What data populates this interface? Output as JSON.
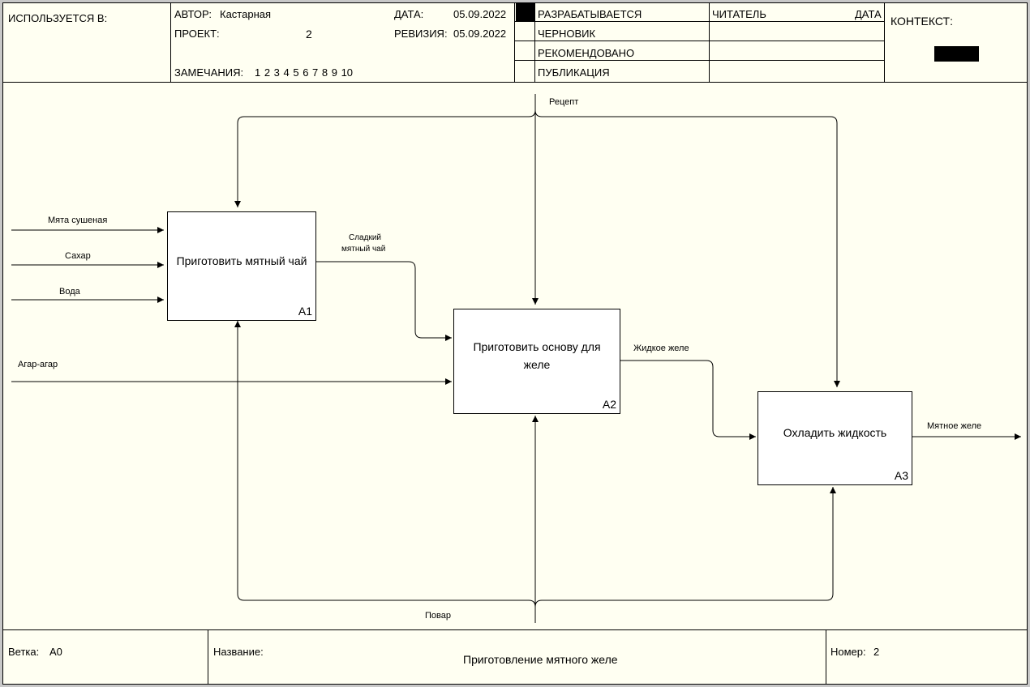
{
  "header": {
    "used_in_label": "ИСПОЛЬЗУЕТСЯ В:",
    "author_label": "АВТОР:",
    "author_value": "Кастарная",
    "project_label": "ПРОЕКТ:",
    "project_value": "2",
    "notes_label": "ЗАМЕЧАНИЯ:",
    "notes_numbers": "1  2  3  4  5  6  7  8  9  10",
    "date_label": "ДАТА:",
    "date_value": "05.09.2022",
    "revision_label": "РЕВИЗИЯ:",
    "revision_value": "05.09.2022",
    "status_items": [
      "РАЗРАБАТЫВАЕТСЯ",
      "ЧЕРНОВИК",
      "РЕКОМЕНДОВАНО",
      "ПУБЛИКАЦИЯ"
    ],
    "status_active_index": 0,
    "reader_label": "ЧИТАТЕЛЬ",
    "reader_date_label": "ДАТА",
    "context_label": "КОНТЕКСТ:"
  },
  "diagram": {
    "blocks": [
      {
        "id": "A1",
        "title": "Приготовить мятный чай",
        "number": "A1"
      },
      {
        "id": "A2",
        "title": "Приготовить основу для желе",
        "number": "A2"
      },
      {
        "id": "A3",
        "title": "Охладить жидкость",
        "number": "A3"
      }
    ],
    "arrows": {
      "recipe": "Рецепт",
      "mint": "Мята сушеная",
      "sugar": "Сахар",
      "water": "Вода",
      "agar": "Агар-агар",
      "sweet_tea_line1": "Сладкий",
      "sweet_tea_line2": "мятный чай",
      "liquid_jelly": "Жидкое желе",
      "mint_jelly": "Мятное желе",
      "cook": "Повар"
    }
  },
  "footer": {
    "branch_label": "Ветка:",
    "branch_value": "A0",
    "name_label": "Название:",
    "name_value": "Приготовление мятного желе",
    "number_label": "Номер:",
    "number_value": "2"
  },
  "colors": {
    "paper": "#fffff2",
    "box_fill": "#ffffff",
    "line": "#000000",
    "outer_bg": "#c8c8c8"
  }
}
